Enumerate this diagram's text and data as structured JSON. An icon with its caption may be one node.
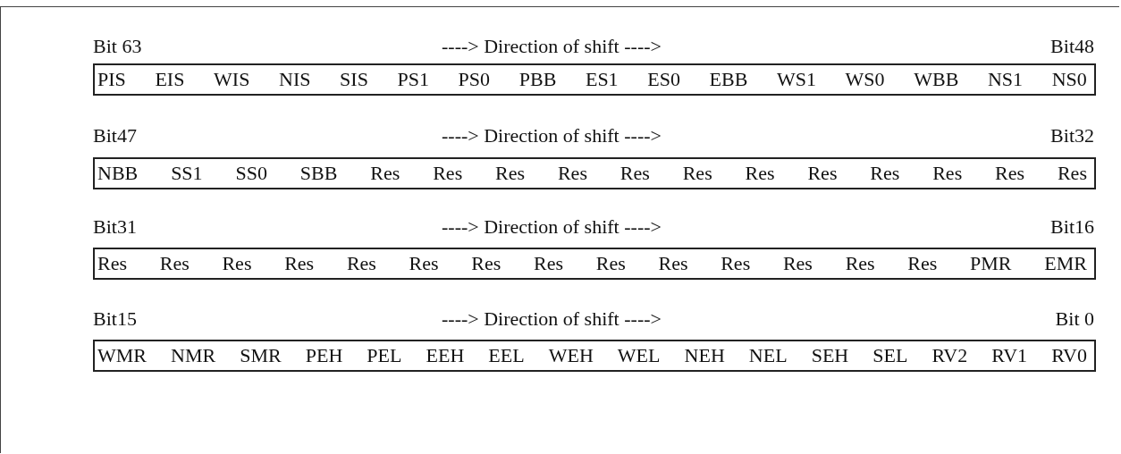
{
  "diagram": {
    "nodes": [
      {
        "text": [
          "PIS",
          "EIS",
          "WIS",
          "NIS",
          "SIS",
          "PS1",
          "PS0",
          "PBB",
          "ES1",
          "ES0",
          "EBB",
          "WS1",
          "WS0",
          "WBB",
          "NS1",
          "NS0"
        ]
      },
      {
        "text": [
          "NBB",
          "SS1",
          "SS0",
          "SBB",
          "Res",
          "Res",
          "Res",
          "Res",
          "Res",
          "Res",
          "Res",
          "Res",
          "Res",
          "Res",
          "Res",
          "Res"
        ]
      },
      {
        "text": [
          "Res",
          "Res",
          "Res",
          "Res",
          "Res",
          "Res",
          "Res",
          "Res",
          "Res",
          "Res",
          "Res",
          "Res",
          "Res",
          "Res",
          "PMR",
          "EMR"
        ]
      },
      {
        "text": [
          "WMR",
          "NMR",
          "SMR",
          "PEH",
          "PEL",
          "EEH",
          "EEL",
          "WEH",
          "WEL",
          "NEH",
          "NEL",
          "SEH",
          "SEL",
          "RV2",
          "RV1",
          "RV0"
        ]
      }
    ],
    "labels": [
      "Bit 63",
      "----> Direction of shift ---->",
      "Bit48",
      "Bit47",
      "----> Direction of shift ---->",
      "Bit32",
      "Bit31",
      "----> Direction of shift ---->",
      "Bit16",
      "Bit15",
      "----> Direction of shift ---->",
      "Bit 0"
    ]
  }
}
